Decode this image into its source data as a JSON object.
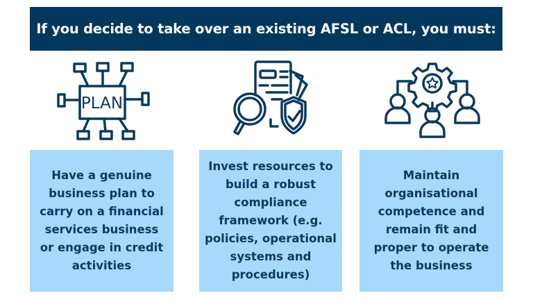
{
  "header": {
    "title": "If you decide to take over an existing AFSL or ACL, you must:"
  },
  "colors": {
    "banner": "#04375e",
    "box": "#a6d9fd",
    "text": "#0a3a5e",
    "icon": "#0a3a5e"
  },
  "columns": [
    {
      "icon": "plan-network-icon",
      "icon_text": "PLAN",
      "lines": [
        "Have a genuine",
        "business plan to",
        "carry on a financial",
        "services business",
        "or engage in credit",
        "activities"
      ]
    },
    {
      "icon": "document-search-shield-icon",
      "lines": [
        "Invest resources to",
        "build a robust",
        "compliance",
        "framework (e.g.",
        "policies, operational",
        "systems and",
        "procedures)"
      ]
    },
    {
      "icon": "gear-people-hierarchy-icon",
      "lines": [
        "Maintain",
        "organisational",
        "competence and",
        "remain fit and",
        "proper to operate",
        "the business"
      ]
    }
  ]
}
